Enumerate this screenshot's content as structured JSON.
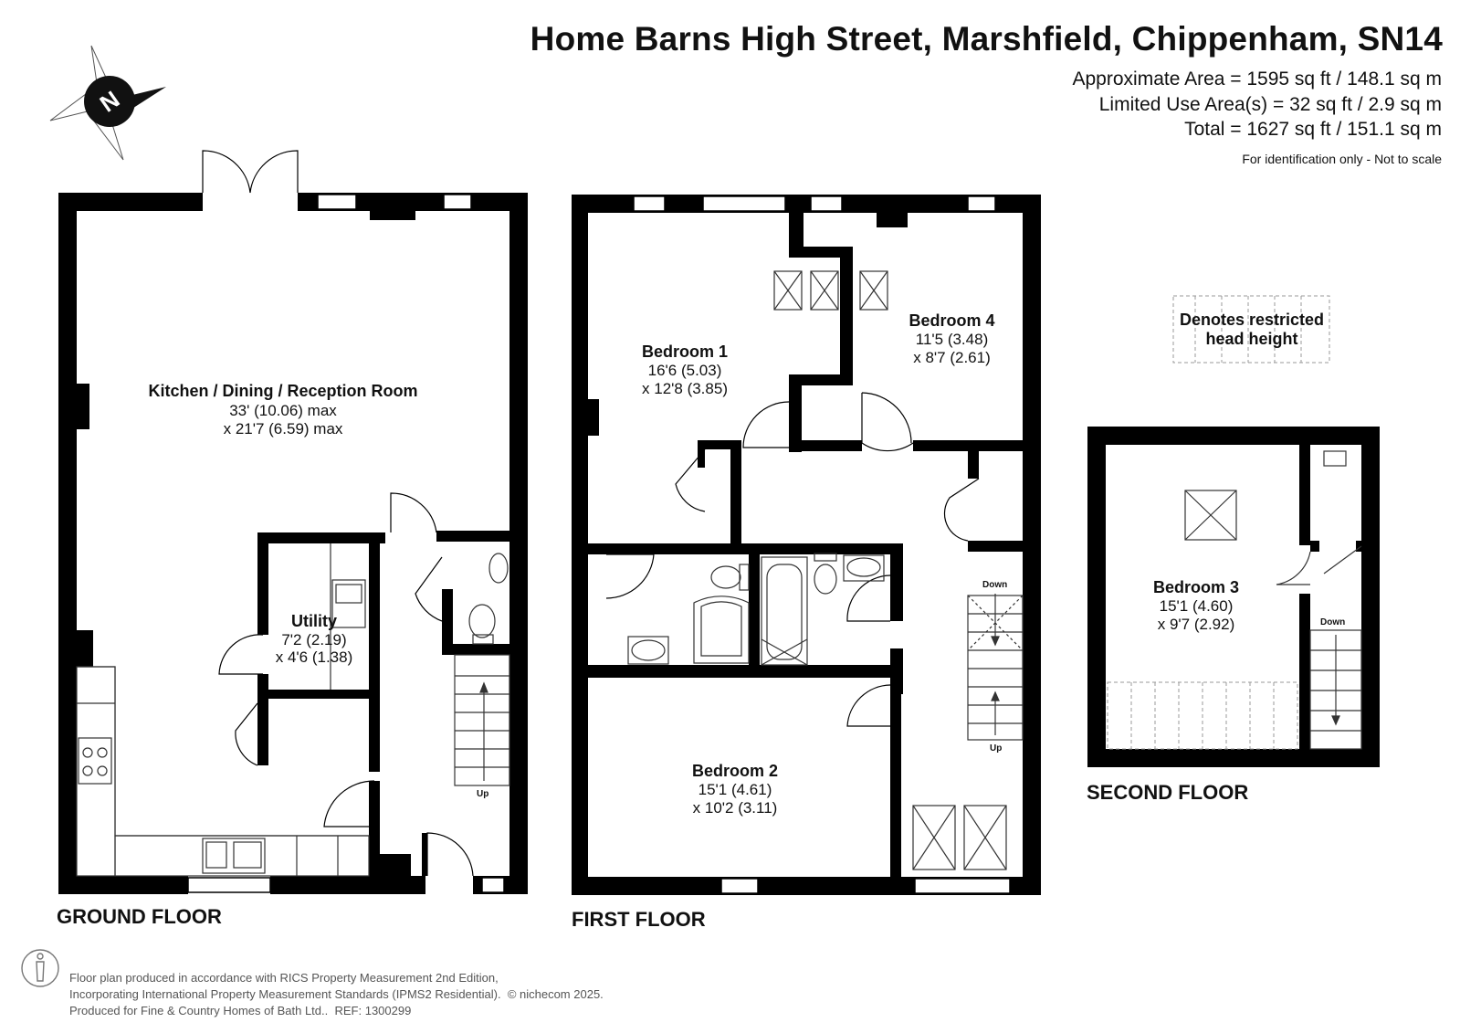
{
  "header": {
    "title": "Home Barns High Street, Marshfield, Chippenham, SN14",
    "approx_area": "Approximate Area = 1595 sq ft / 148.1 sq m",
    "limited_area": "Limited Use Area(s) = 32 sq ft / 2.9 sq m",
    "total_area": "Total = 1627 sq ft / 151.1 sq m",
    "note": "For identification only - Not to scale"
  },
  "compass": {
    "letter": "N"
  },
  "legend": {
    "line1": "Denotes restricted",
    "line2": "head height"
  },
  "ground_floor": {
    "label": "GROUND FLOOR",
    "kitchen": {
      "name": "Kitchen / Dining / Reception Room",
      "dim1": "33' (10.06) max",
      "dim2": "x 21'7 (6.59) max"
    },
    "utility": {
      "name": "Utility",
      "dim1": "7'2 (2.19)",
      "dim2": "x 4'6 (1.38)"
    },
    "stairs_label": "Up"
  },
  "first_floor": {
    "label": "FIRST FLOOR",
    "bedroom1": {
      "name": "Bedroom 1",
      "dim1": "16'6 (5.03)",
      "dim2": "x 12'8 (3.85)"
    },
    "bedroom4": {
      "name": "Bedroom 4",
      "dim1": "11'5 (3.48)",
      "dim2": "x 8'7 (2.61)"
    },
    "bedroom2": {
      "name": "Bedroom 2",
      "dim1": "15'1 (4.61)",
      "dim2": "x 10'2 (3.11)"
    },
    "stairs_down": "Down",
    "stairs_up": "Up"
  },
  "second_floor": {
    "label": "SECOND FLOOR",
    "bedroom3": {
      "name": "Bedroom 3",
      "dim1": "15'1 (4.60)",
      "dim2": "x 9'7 (2.92)"
    },
    "stairs_down": "Down"
  },
  "footer": {
    "line1": "Floor plan produced in accordance with RICS Property Measurement 2nd Edition,",
    "line2": "Incorporating International Property Measurement Standards (IPMS2 Residential).",
    "copyright": "© nichecom 2025.",
    "line3": "Produced for Fine & Country Homes of Bath Ltd..",
    "ref": "REF: 1300299"
  },
  "colors": {
    "wall": "#000000",
    "fixture": "#333333",
    "restricted": "#999999"
  }
}
